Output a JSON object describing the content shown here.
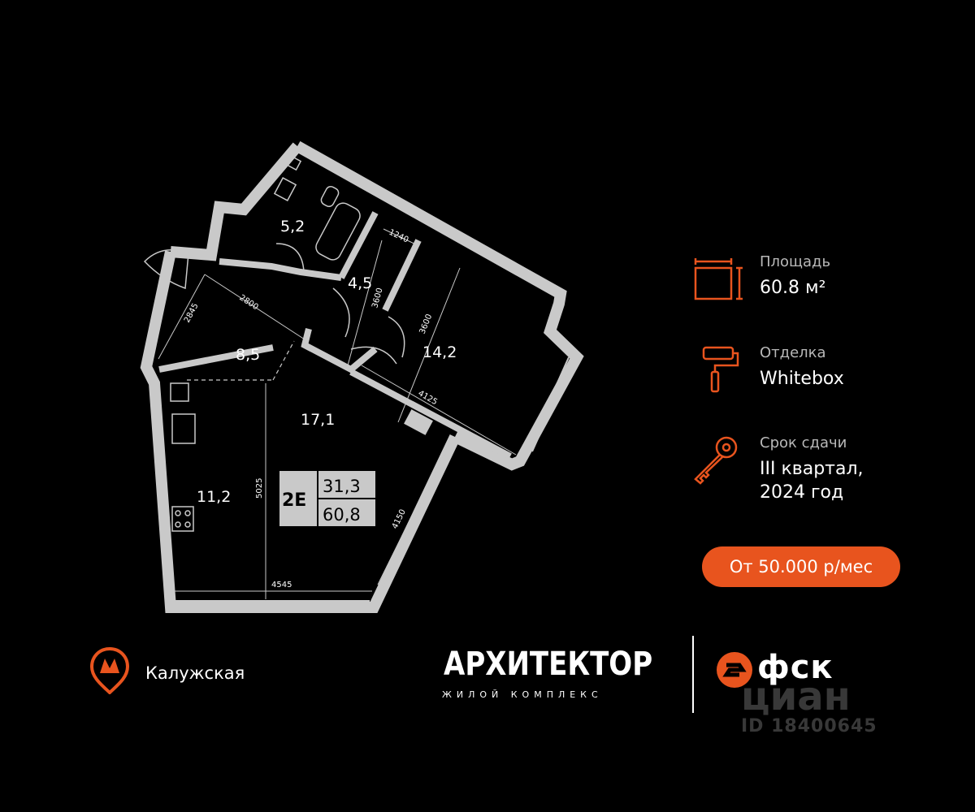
{
  "plan": {
    "rooms": [
      {
        "id": "bath",
        "area": "5,2"
      },
      {
        "id": "bath2",
        "area": "4,5"
      },
      {
        "id": "hall",
        "area": "8,5"
      },
      {
        "id": "bedroom",
        "area": "14,2"
      },
      {
        "id": "living",
        "area": "17,1"
      },
      {
        "id": "kitchen",
        "area": "11,2"
      }
    ],
    "dimensions": [
      "2845",
      "2800",
      "1240",
      "3600",
      "3600",
      "4125",
      "5025",
      "4150",
      "4545"
    ],
    "badge": {
      "type": "2E",
      "living_area": "31,3",
      "total_area": "60,8"
    }
  },
  "info": {
    "area": {
      "label": "Площадь",
      "value": "60.8 м²",
      "icon": "area-frame-icon"
    },
    "finish": {
      "label": "Отделка",
      "value": "Whitebox",
      "icon": "paint-roller-icon"
    },
    "deadline": {
      "label": "Срок сдачи",
      "value_line1": "III квартал,",
      "value_line2": "2024 год",
      "icon": "key-icon"
    }
  },
  "price": {
    "label": "От 50.000 р/мес"
  },
  "metro": {
    "station": "Калужская",
    "icon": "metro-icon"
  },
  "brand": {
    "name": "АРХИТЕКТОР",
    "subtitle": "ЖИЛОЙ КОМПЛЕКС"
  },
  "developer": {
    "name": "фск"
  },
  "watermark": {
    "site": "циан",
    "id": "ID 18400645"
  },
  "colors": {
    "accent": "#e8541e",
    "background": "#000000",
    "wall": "#c9c9c9"
  }
}
